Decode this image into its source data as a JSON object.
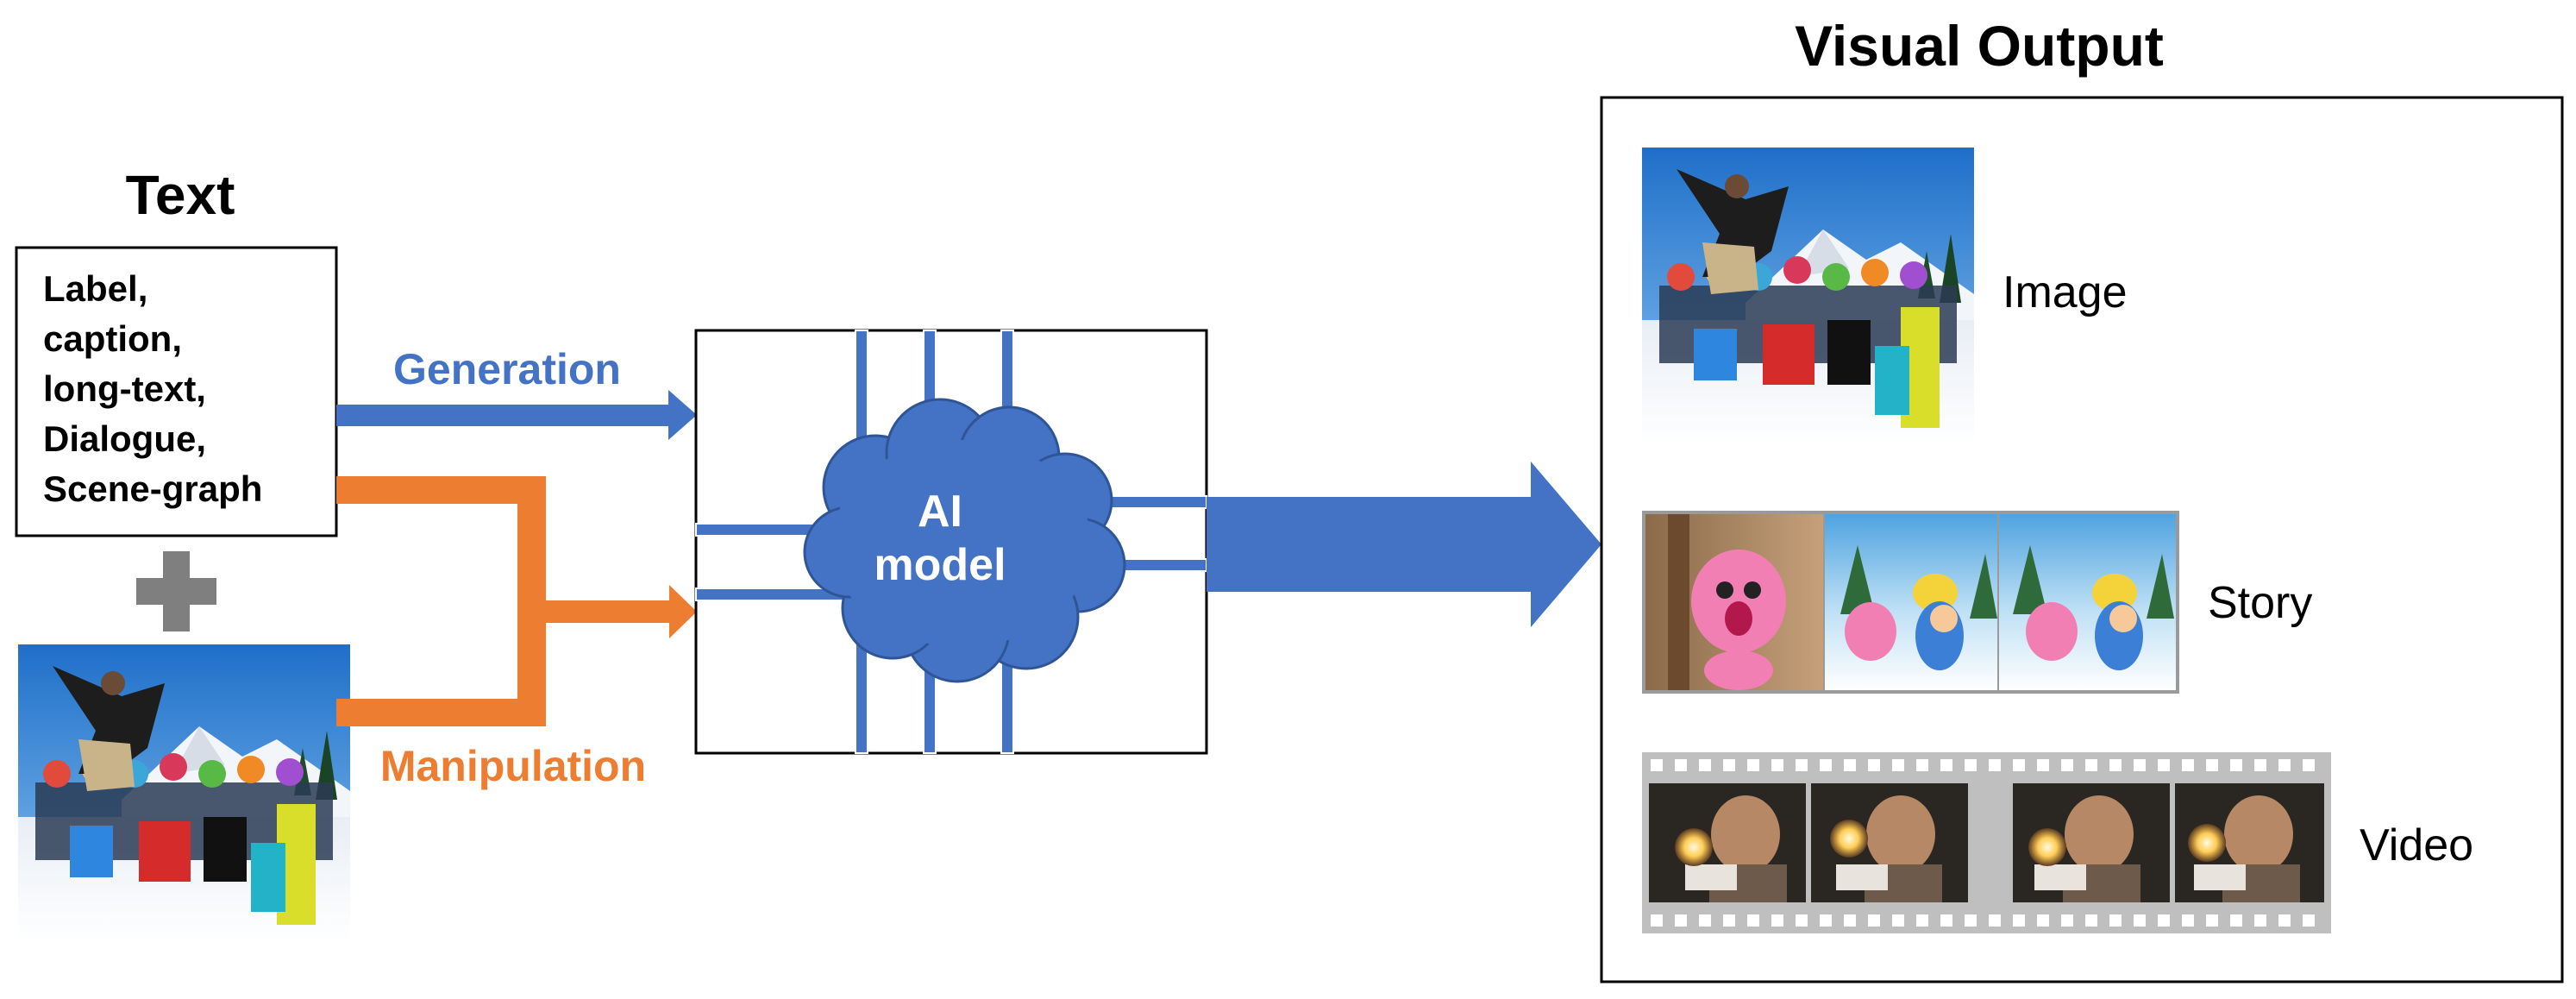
{
  "text_section": {
    "title": "Text",
    "items": [
      "Label,",
      "caption,",
      "long-text,",
      "Dialogue,",
      "Scene-graph"
    ]
  },
  "generation_label": "Generation",
  "manipulation_label": "Manipulation",
  "model_label_line1": "AI",
  "model_label_line2": "model",
  "output_section": {
    "title": "Visual Output",
    "rows": [
      {
        "label": "Image",
        "icon": "photo-thumbnail"
      },
      {
        "label": "Story",
        "icon": "story-frames"
      },
      {
        "label": "Video",
        "icon": "film-strip"
      }
    ]
  },
  "colors": {
    "generation_blue": "#4472C4",
    "manipulation_orange": "#ED7D31",
    "plus_gray": "#7F7F7F",
    "border_black": "#000000",
    "film_gray": "#BFBFBF"
  },
  "icons": [
    "plus-icon",
    "ski-photo-icon",
    "ai-cloud-icon",
    "photo-icon",
    "story-icon",
    "film-icon"
  ]
}
